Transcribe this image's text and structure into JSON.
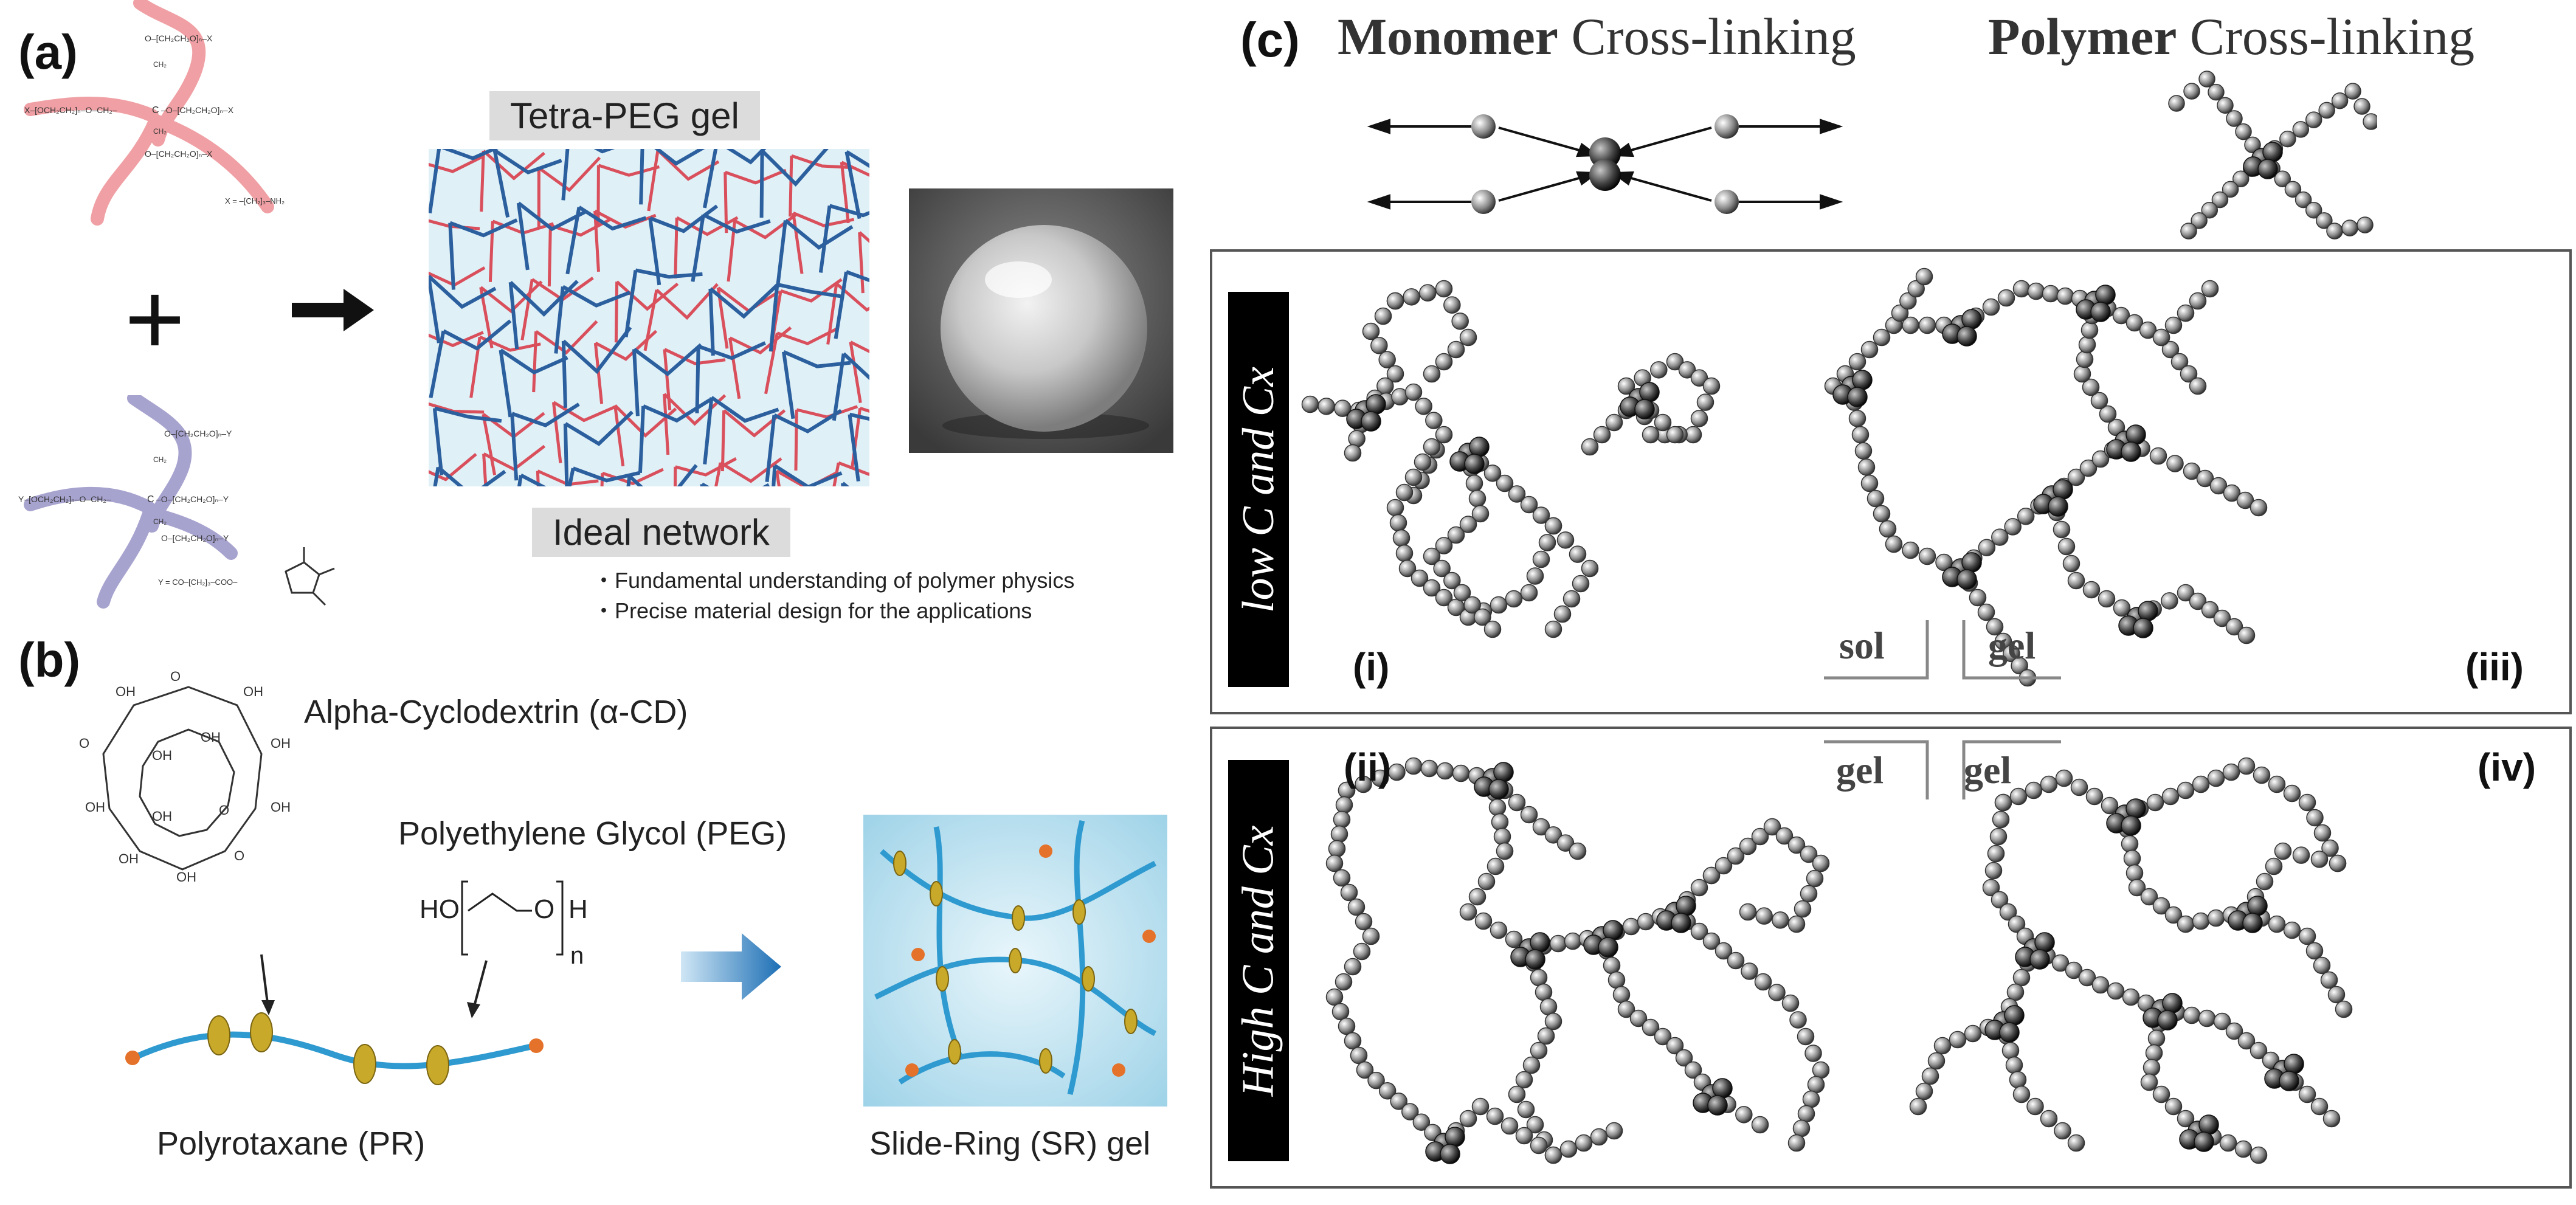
{
  "panel_a": {
    "label": "(a)",
    "title": "Tetra-PEG gel",
    "network_label": "Ideal network",
    "bullets": [
      "・Fundamental understanding of polymer physics",
      "・Precise material design for the applications"
    ],
    "chem_top": {
      "arm_top": "O–[CH₂CH₂O]ₙ–X",
      "arm_left": "X–[OCH₂CH₂]ₙ–O–CH₂–",
      "arm_right": "–O–[CH₂CH₂O]ₙ–X",
      "arm_bottom": "O–[CH₂CH₂O]ₙ–X",
      "ch2_top": "CH₂",
      "ch2_bottom": "CH₂",
      "center": "C",
      "substituent": "X = –[CH₂]₃–NH₂"
    },
    "chem_bottom": {
      "arm_top": "O–[CH₂CH₂O]ₙ–Y",
      "arm_left": "Y–[OCH₂CH₂]ₙ–O–CH₂–",
      "arm_right": "–O–[CH₂CH₂O]ₙ–Y",
      "arm_bottom": "O–[CH₂CH₂O]ₙ–Y",
      "ch2_top": "CH₂",
      "ch2_bottom": "CH₂",
      "center": "C",
      "substituent": "Y = CO–[CH₂]₃–COO–"
    },
    "plus_sign": "+"
  },
  "panel_b": {
    "label": "(b)",
    "cd_label": "Alpha-Cyclodextrin (α-CD)",
    "peg_label": "Polyethylene Glycol (PEG)",
    "peg_formula": {
      "ho": "HO",
      "h": "H",
      "o": "O",
      "n": "n"
    },
    "hydroxyl": "OH",
    "ring_oxygen": "O",
    "pr_label": "Polyrotaxane (PR)",
    "sr_label": "Slide-Ring (SR) gel"
  },
  "panel_c": {
    "label": "(c)",
    "monomer_bold": "Monomer",
    "monomer_rest": " Cross-linking",
    "polymer_bold": "Polymer",
    "polymer_rest": " Cross-linking",
    "row1_label": "low C and Cx",
    "row2_label": "High C and Cx",
    "i": "(i)",
    "ii": "(ii)",
    "iii": "(iii)",
    "iv": "(iv)",
    "sol": "sol",
    "gel1": "gel",
    "gel2": "gel",
    "gel3": "gel"
  },
  "colors": {
    "peg_red": "#d94f5c",
    "peg_blue": "#2c5f9e",
    "arm_pink": "#f0a0a4",
    "arm_lavender": "#a7a3cf",
    "gel_bg": "#dff1f7",
    "ring_gold": "#c9a92a",
    "chain_blue": "#2f9ad0",
    "end_orange": "#e5722a",
    "arrow_blue": "#2a7fc0",
    "bead_grey": "#8c8c8c"
  }
}
